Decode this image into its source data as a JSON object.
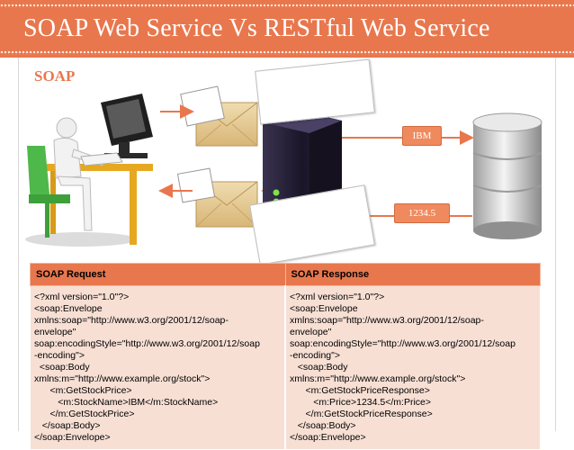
{
  "slide": {
    "title": "SOAP Web Service Vs RESTful Web Service",
    "section_label": "SOAP"
  },
  "diagram": {
    "request_value_label": "IBM",
    "response_value_label": "1234.5",
    "icons": [
      "user-at-computer-icon",
      "envelope-icon",
      "server-tower-icon",
      "database-icon",
      "arrow-icon"
    ],
    "colors": {
      "accent": "#e8774d",
      "pill": "#ef8a5f",
      "table_body": "#f7dfd4"
    }
  },
  "table": {
    "headers": [
      "SOAP Request",
      "SOAP Response"
    ],
    "request_lines": [
      "<?xml version=\"1.0\"?>",
      "<soap:Envelope",
      "xmlns:soap=\"http://www.w3.org/2001/12/soap-",
      "envelope\"",
      "soap:encodingStyle=\"http://www.w3.org/2001/12/soap",
      "-encoding\">",
      "  <soap:Body",
      "xmlns:m=\"http://www.example.org/stock\">",
      "      <m:GetStockPrice>",
      "         <m:StockName>IBM</m:StockName>",
      "      </m:GetStockPrice>",
      "   </soap:Body>",
      "</soap:Envelope>"
    ],
    "response_lines": [
      "<?xml version=\"1.0\"?>",
      "<soap:Envelope",
      "xmlns:soap=\"http://www.w3.org/2001/12/soap-",
      "envelope\"",
      "soap:encodingStyle=\"http://www.w3.org/2001/12/soap",
      "-encoding\">",
      "   <soap:Body",
      "xmlns:m=\"http://www.example.org/stock\">",
      "      <m:GetStockPriceResponse>",
      "         <m:Price>1234.5</m:Price>",
      "      </m:GetStockPriceResponse>",
      "   </soap:Body>",
      "</soap:Envelope>"
    ]
  }
}
